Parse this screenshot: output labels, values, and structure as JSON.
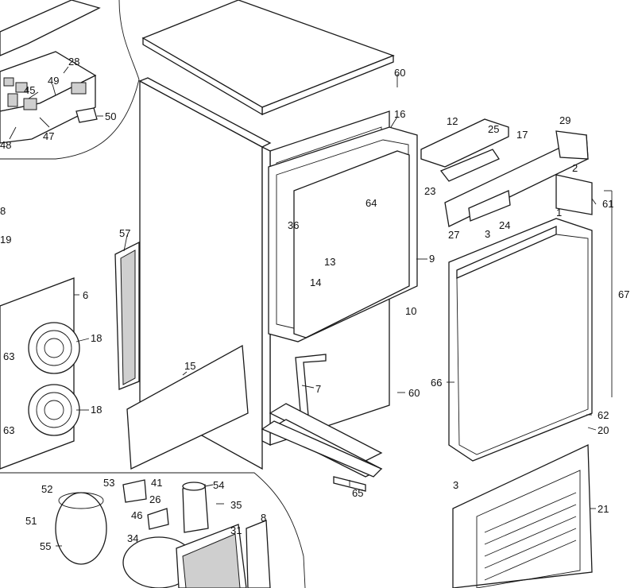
{
  "callouts": {
    "c1": "1",
    "c2": "2",
    "c3a": "3",
    "c3b": "3",
    "c6": "6",
    "c7": "7",
    "c8a": "8",
    "c8b": "8",
    "c9": "9",
    "c10": "10",
    "c12": "12",
    "c13": "13",
    "c14": "14",
    "c15": "15",
    "c16": "16",
    "c17": "17",
    "c18a": "18",
    "c18b": "18",
    "c19": "19",
    "c20": "20",
    "c21": "21",
    "c23": "23",
    "c24": "24",
    "c25": "25",
    "c26": "26",
    "c27": "27",
    "c28": "28",
    "c29": "29",
    "c31": "31",
    "c34": "34",
    "c35": "35",
    "c36": "36",
    "c41": "41",
    "c45": "45",
    "c46": "46",
    "c47": "47",
    "c48": "48",
    "c49": "49",
    "c50": "50",
    "c51": "51",
    "c52": "52",
    "c53": "53",
    "c54": "54",
    "c55": "55",
    "c57": "57",
    "c60a": "60",
    "c60b": "60",
    "c61": "61",
    "c62": "62",
    "c63a": "63",
    "c63b": "63",
    "c64": "64",
    "c65": "65",
    "c66": "66",
    "c67": "67"
  },
  "colors": {
    "line": "#1a1a1a",
    "fill": "#ffffff",
    "shade": "#cfcfcf"
  }
}
